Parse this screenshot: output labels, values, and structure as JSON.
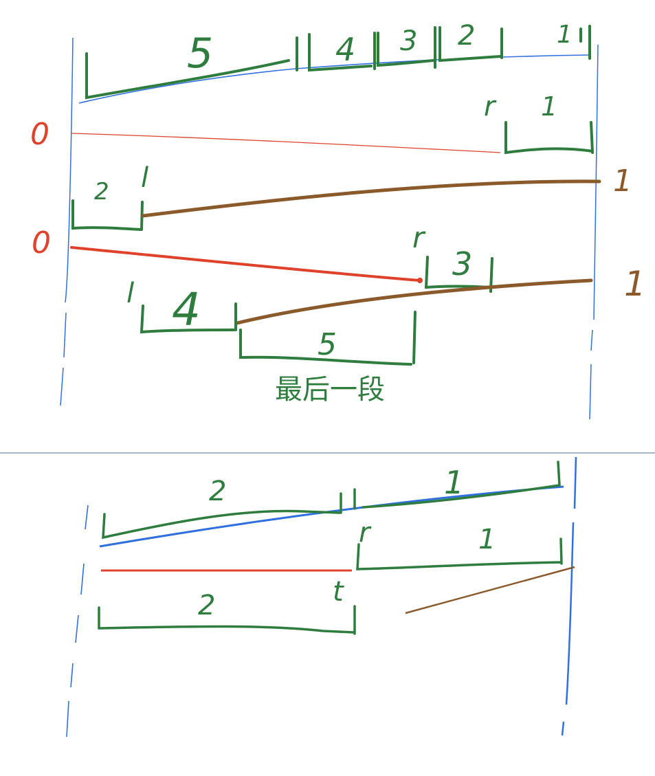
{
  "colors": {
    "blue": "#2f6fe0",
    "red": "#e0412b",
    "green": "#2e7d3e",
    "brown": "#8b5a2b",
    "divider": "#aab4cc"
  },
  "top": {
    "segments_top": [
      "5",
      "4",
      "3",
      "2",
      "1"
    ],
    "label_r1": "r",
    "seg_r_1": "1",
    "label_red_1": "0",
    "label_seg2": "2",
    "label_l1": "l",
    "label_brown_1": "1",
    "label_red_2": "0",
    "label_r2": "r",
    "seg_3": "3",
    "label_l2": "l",
    "seg_4": "4",
    "label_brown_2": "1",
    "seg_5": "5",
    "caption": "最后一段"
  },
  "bottom": {
    "seg_left": "2",
    "seg_right": "1",
    "label_r": "r",
    "seg_r_1": "1",
    "label_t": "t",
    "seg_bottom": "2"
  }
}
